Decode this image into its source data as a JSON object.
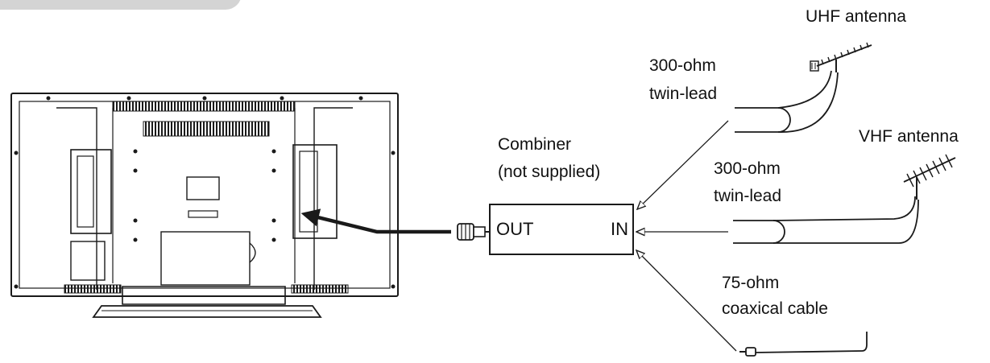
{
  "header": {
    "title": ""
  },
  "labels": {
    "uhf_antenna": "UHF antenna",
    "vhf_antenna": "VHF antenna",
    "twin_lead_top_1": "300-ohm",
    "twin_lead_top_2": "twin-lead",
    "twin_lead_mid_1": "300-ohm",
    "twin_lead_mid_2": "twin-lead",
    "combiner_1": "Combiner",
    "combiner_2": "(not supplied)",
    "combiner_out": "OUT",
    "combiner_in": "IN",
    "coax_1": "75-ohm",
    "coax_2": "coaxical cable"
  },
  "colors": {
    "line": "#1a1a1a",
    "background": "#ffffff",
    "header_tab": "#d4d4d4"
  }
}
